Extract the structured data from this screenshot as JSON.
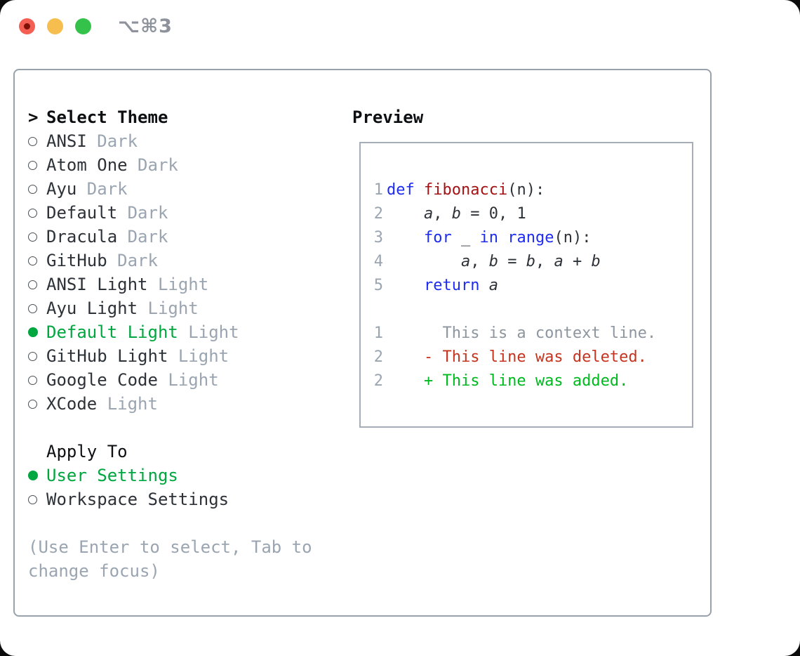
{
  "window": {
    "shortcut_label": "⌥⌘3",
    "traffic_lights": [
      "close",
      "minimize",
      "zoom"
    ]
  },
  "theme_list": {
    "header": "Select Theme",
    "header_marker": ">",
    "items": [
      {
        "name": "ANSI",
        "variant": "Dark",
        "selected": false
      },
      {
        "name": "Atom One",
        "variant": "Dark",
        "selected": false
      },
      {
        "name": "Ayu",
        "variant": "Dark",
        "selected": false
      },
      {
        "name": "Default",
        "variant": "Dark",
        "selected": false
      },
      {
        "name": "Dracula",
        "variant": "Dark",
        "selected": false
      },
      {
        "name": "GitHub",
        "variant": "Dark",
        "selected": false
      },
      {
        "name": "ANSI Light",
        "variant": "Light",
        "selected": false
      },
      {
        "name": "Ayu Light",
        "variant": "Light",
        "selected": false
      },
      {
        "name": "Default Light",
        "variant": "Light",
        "selected": true
      },
      {
        "name": "GitHub Light",
        "variant": "Light",
        "selected": false
      },
      {
        "name": "Google Code",
        "variant": "Light",
        "selected": false
      },
      {
        "name": "XCode",
        "variant": "Light",
        "selected": false
      }
    ]
  },
  "apply_to": {
    "header": "Apply To",
    "options": [
      {
        "label": "User Settings",
        "selected": true
      },
      {
        "label": "Workspace Settings",
        "selected": false
      }
    ]
  },
  "hint": "(Use Enter to select, Tab to change focus)",
  "preview": {
    "header": "Preview",
    "lines": [
      {
        "no": "1",
        "tokens": [
          [
            "def",
            "kw"
          ],
          [
            " ",
            "pl"
          ],
          [
            "fibonacci",
            "fn"
          ],
          [
            "(n):",
            "pl"
          ]
        ]
      },
      {
        "no": "2",
        "tokens": [
          [
            "    ",
            "pl"
          ],
          [
            "a",
            "var"
          ],
          [
            ", ",
            "pl"
          ],
          [
            "b",
            "var"
          ],
          [
            " = 0, 1",
            "pl"
          ]
        ]
      },
      {
        "no": "3",
        "tokens": [
          [
            "    ",
            "pl"
          ],
          [
            "for",
            "kw"
          ],
          [
            " _ ",
            "pl"
          ],
          [
            "in",
            "kw"
          ],
          [
            " ",
            "pl"
          ],
          [
            "range",
            "kw"
          ],
          [
            "(n):",
            "pl"
          ]
        ]
      },
      {
        "no": "4",
        "tokens": [
          [
            "        ",
            "pl"
          ],
          [
            "a",
            "var"
          ],
          [
            ", ",
            "pl"
          ],
          [
            "b",
            "var"
          ],
          [
            " = ",
            "pl"
          ],
          [
            "b",
            "var"
          ],
          [
            ", ",
            "pl"
          ],
          [
            "a",
            "var"
          ],
          [
            " + ",
            "pl"
          ],
          [
            "b",
            "var"
          ]
        ]
      },
      {
        "no": "5",
        "tokens": [
          [
            "    ",
            "pl"
          ],
          [
            "return",
            "kw"
          ],
          [
            " ",
            "pl"
          ],
          [
            "a",
            "var"
          ]
        ]
      },
      {
        "no": "",
        "tokens": []
      },
      {
        "no": "1",
        "tokens": [
          [
            "      This is a context line.",
            "ctx"
          ]
        ]
      },
      {
        "no": "2",
        "tokens": [
          [
            "    - This line was deleted.",
            "del"
          ]
        ]
      },
      {
        "no": "2",
        "tokens": [
          [
            "    + This line was added.",
            "add"
          ]
        ]
      }
    ]
  },
  "colors": {
    "text": "#2d3238",
    "heading": "#0d0f12",
    "muted": "#9aa5b1",
    "ring": "#485058",
    "green": "#00a63f",
    "added": "#00b81f",
    "deleted": "#c4341f",
    "keyword": "#1d2cf0",
    "func": "#a31315",
    "lineno": "#9aa5b1",
    "ctx": "#8d969f",
    "border-panel": "#98a1ac",
    "border-preview": "#a6adb7",
    "shortcut": "#8e939b",
    "traffic-red": "#f35f53",
    "traffic-red-dot": "#7d1007",
    "traffic-yellow": "#f6bd4f",
    "traffic-green": "#35c24a"
  }
}
